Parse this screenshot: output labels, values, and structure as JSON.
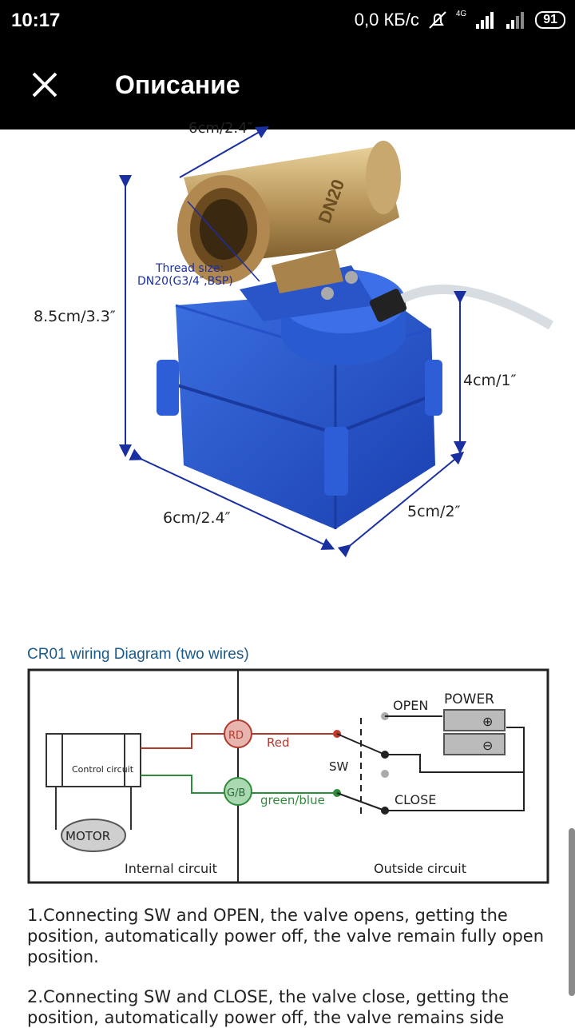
{
  "status": {
    "time": "10:17",
    "speed": "0,0 КБ/с",
    "network": "4G",
    "battery": "91"
  },
  "header": {
    "title": "Описание"
  },
  "product": {
    "dim_top": "6cm/2.4″",
    "thread_line1": "Thread size:",
    "thread_line2": "DN20(G3/4″,BSP)",
    "dim_height": "8.5cm/3.3″",
    "dim_side": "4cm/1″",
    "dim_width": "6cm/2.4″",
    "dim_depth": "5cm/2″",
    "valve_mark": "DN20"
  },
  "diagram": {
    "title": "CR01 wiring Diagram (two wires)",
    "control_label": "Control circuit",
    "motor_label": "MOTOR",
    "rd": "RD",
    "gb": "G/B",
    "red": "Red",
    "green": "green/blue",
    "sw": "SW",
    "open": "OPEN",
    "close": "CLOSE",
    "power": "POWER",
    "plus": "⊕",
    "minus": "⊖",
    "internal": "Internal circuit",
    "outside": "Outside circuit"
  },
  "text": {
    "p1": "1.Connecting SW and OPEN, the valve opens, getting the position, automatically power off, the valve remain fully open position.",
    "p2": "2.Connecting SW and CLOSE, the valve close, getting the position, automatically power off, the valve remains side"
  }
}
